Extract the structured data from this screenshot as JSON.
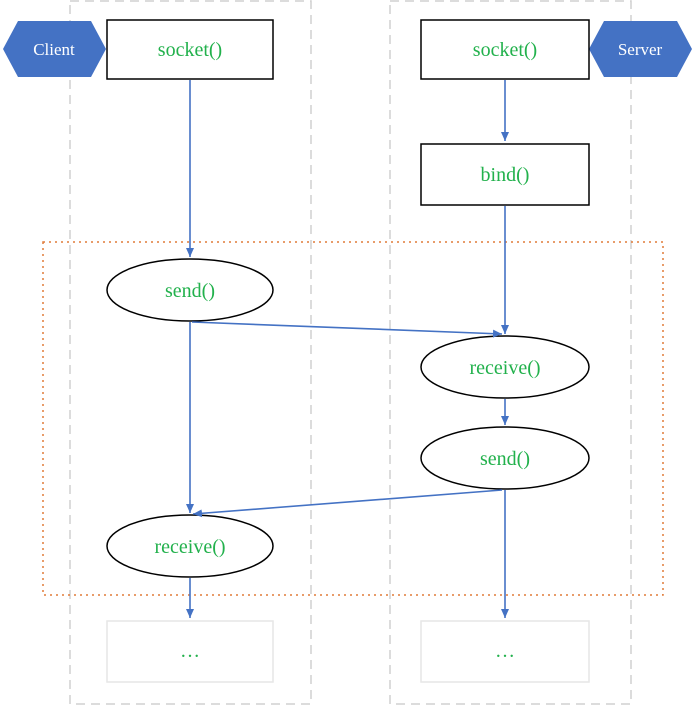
{
  "actors": {
    "client": "Client",
    "server": "Server"
  },
  "client_nodes": {
    "socket": "socket()",
    "send": "send()",
    "receive": "receive()",
    "ellipsis": "…"
  },
  "server_nodes": {
    "socket": "socket()",
    "bind": "bind()",
    "receive": "receive()",
    "send": "send()",
    "ellipsis": "…"
  },
  "colors": {
    "label": "#22b14c",
    "arrow": "#4472c4",
    "actor_fill": "#4472c4",
    "lane_border": "#d0d0d0",
    "loop_border": "#e07b39"
  }
}
